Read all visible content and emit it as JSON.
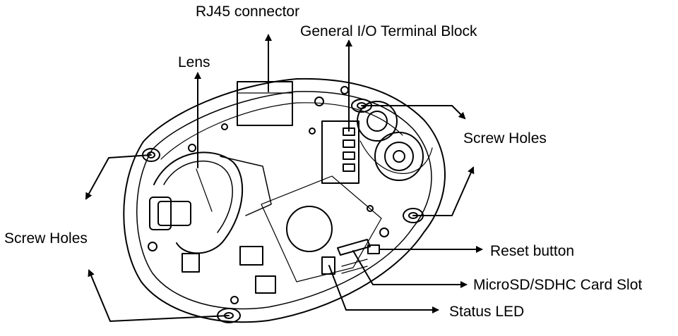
{
  "labels": {
    "rj45": "RJ45 connector",
    "terminal_block": "General I/O Terminal Block",
    "lens": "Lens",
    "screw_holes_right": "Screw Holes",
    "screw_holes_left": "Screw Holes",
    "reset_button": "Reset button",
    "microsd_slot": "MicroSD/SDHC Card Slot",
    "status_led": "Status LED"
  },
  "colors": {
    "line": "#000000",
    "background": "#ffffff"
  }
}
